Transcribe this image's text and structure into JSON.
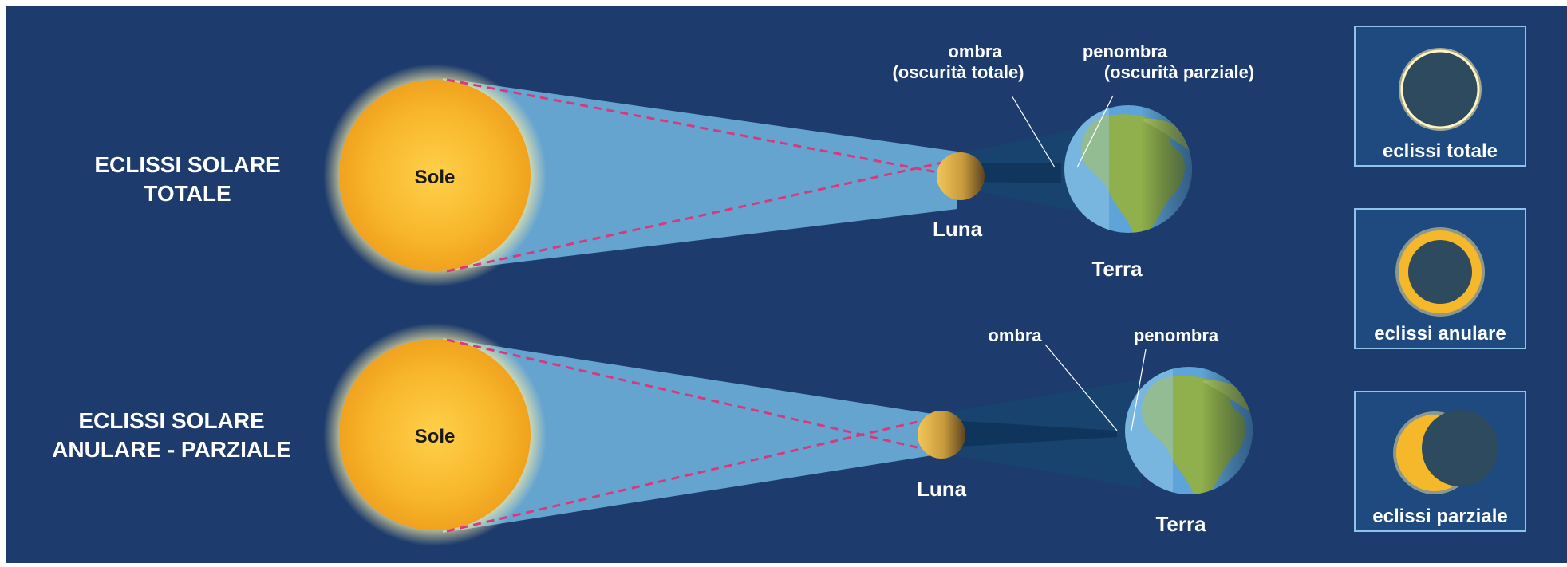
{
  "colors": {
    "background": "#1d3b6c",
    "sun": "#f6b82b",
    "cone": "#6aaad6",
    "umbra": "#16456e",
    "penumbra": "#6fb0dc",
    "dashed": "#d63a7e",
    "moon": "#c9a24a",
    "ocean": "#5ea4d8",
    "land": "#8fb04c",
    "panel_bg": "#1e4a80",
    "panel_border": "#8ec4ea"
  },
  "rows": [
    {
      "title": [
        "ECLISSI SOLARE",
        "TOTALE"
      ],
      "sun": "Sole",
      "moon": "Luna",
      "earth": "Terra",
      "umbra_label": [
        "ombra",
        "(oscurità totale)"
      ],
      "penumbra_label": [
        "penombra",
        "(oscurità parziale)"
      ]
    },
    {
      "title": [
        "ECLISSI SOLARE",
        "ANULARE - PARZIALE"
      ],
      "sun": "Sole",
      "moon": "Luna",
      "earth": "Terra",
      "umbra_label": [
        "ombra"
      ],
      "penumbra_label": [
        "penombra"
      ]
    }
  ],
  "panels": [
    {
      "label": "eclissi totale",
      "kind": "total"
    },
    {
      "label": "eclissi anulare",
      "kind": "annular"
    },
    {
      "label": "eclissi parziale",
      "kind": "partial"
    }
  ]
}
